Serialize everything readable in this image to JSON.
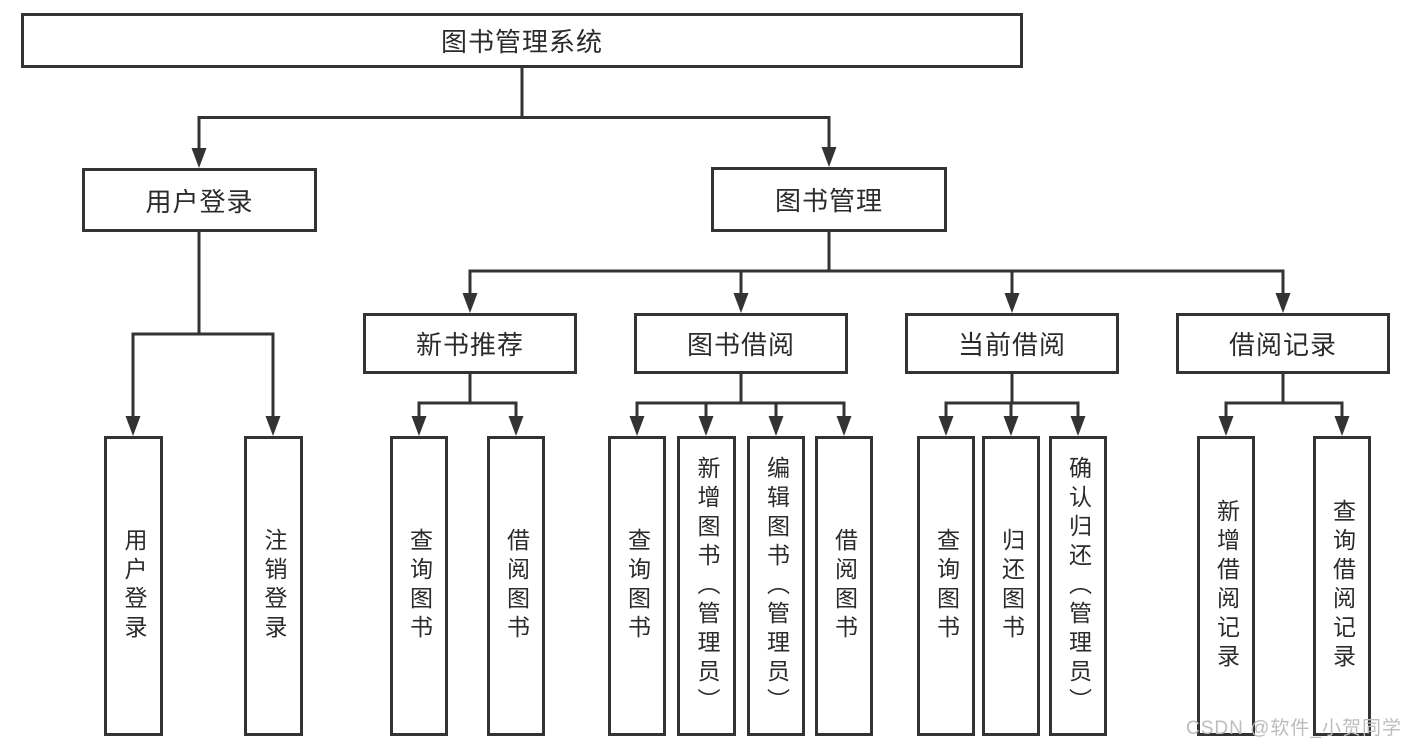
{
  "diagram": {
    "title_note": "functional structure diagram",
    "root": {
      "label": "图书管理系统"
    },
    "branches": [
      {
        "label": "用户登录",
        "children": [
          {
            "label": "用户登录"
          },
          {
            "label": "注销登录"
          }
        ]
      },
      {
        "label": "图书管理",
        "children": [
          {
            "label": "新书推荐",
            "children": [
              {
                "label": "查询图书"
              },
              {
                "label": "借阅图书"
              }
            ]
          },
          {
            "label": "图书借阅",
            "children": [
              {
                "label": "查询图书"
              },
              {
                "label": "新增图书（管理员）"
              },
              {
                "label": "编辑图书（管理员）"
              },
              {
                "label": "借阅图书"
              }
            ]
          },
          {
            "label": "当前借阅",
            "children": [
              {
                "label": "查询图书"
              },
              {
                "label": "归还图书"
              },
              {
                "label": "确认归还（管理员）"
              }
            ]
          },
          {
            "label": "借阅记录",
            "children": [
              {
                "label": "新增借阅记录"
              },
              {
                "label": "查询借阅记录"
              }
            ]
          }
        ]
      }
    ]
  },
  "watermark": {
    "text": "CSDN @软件_小贺同学"
  },
  "colors": {
    "line": "#333333",
    "text": "#2b2b2b",
    "background": "#ffffff",
    "watermark": "#bdbdbd"
  }
}
